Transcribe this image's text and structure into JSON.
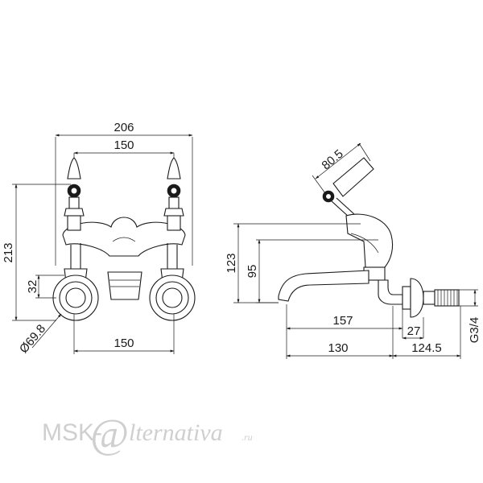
{
  "front_view": {
    "dim_overall_width": "206",
    "dim_handle_spacing": "150",
    "dim_height": "213",
    "dim_inlet_offset": "32",
    "dim_rose_diameter": "Ø69.8",
    "dim_inlet_spacing": "150"
  },
  "side_view": {
    "dim_lever": "80.5",
    "dim_height_total": "123",
    "dim_height_spout": "95",
    "dim_spout_reach": "157",
    "dim_rose": "27",
    "dim_base": "130",
    "dim_tail": "124.5",
    "dim_thread": "G3/4"
  },
  "watermark": {
    "brand_prefix": "MSK-",
    "at_sign": "@",
    "brand_suffix": "lternativa",
    "domain": ".ru"
  }
}
